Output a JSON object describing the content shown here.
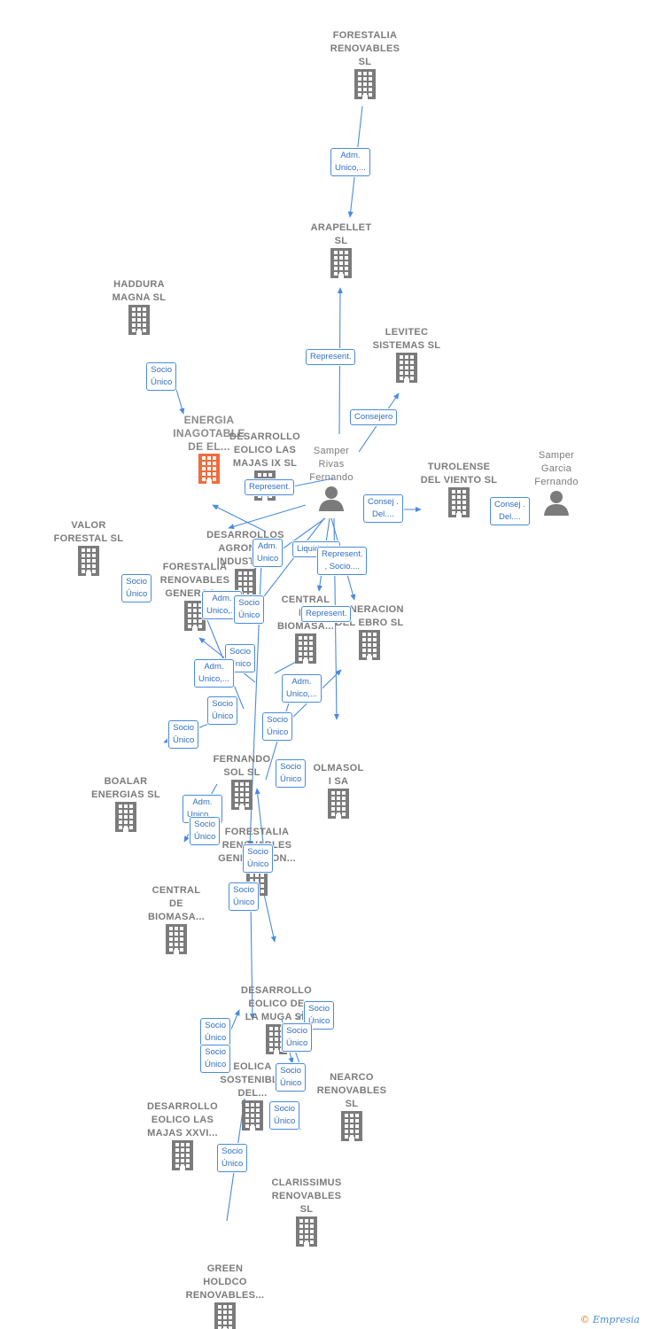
{
  "colors": {
    "edge": "#4a8bdc",
    "building": "#7b7b7b",
    "focus": "#f26b3a",
    "person": "#7b7b7b"
  },
  "nodes": [
    {
      "id": "forestalia_top",
      "label": "FORESTALIA\nRENOVABLES\nSL",
      "icon": "building-icon"
    },
    {
      "id": "arapellet",
      "label": "ARAPELLET\nSL",
      "icon": "building-icon"
    },
    {
      "id": "haddura",
      "label": "HADDURA\nMAGNA  SL",
      "icon": "building-icon"
    },
    {
      "id": "levitec",
      "label": "LEVITEC\nSISTEMAS  SL",
      "icon": "building-icon"
    },
    {
      "id": "energia",
      "label": "ENERGIA\nINAGOTABLE\nDE EL...",
      "icon": "building-icon",
      "focus": true
    },
    {
      "id": "desarrollo_ix",
      "label": "DESARROLLO\nEOLICO LAS\nMAJAS IX  SL",
      "icon": "building-icon"
    },
    {
      "id": "samper_rivas",
      "label": "Samper\nRivas\nFernando",
      "icon": "person-icon"
    },
    {
      "id": "turolense",
      "label": "TUROLENSE\nDEL VIENTO SL",
      "icon": "building-icon"
    },
    {
      "id": "samper_garcia",
      "label": "Samper\nGarcia\nFernando",
      "icon": "person-icon"
    },
    {
      "id": "valor",
      "label": "VALOR\nFORESTAL SL",
      "icon": "building-icon"
    },
    {
      "id": "desarrollos_agro",
      "label": "DESARROLLOS\nAGRONO...\nINDUSTRI...",
      "icon": "building-icon"
    },
    {
      "id": "forestalia_gen",
      "label": "FORESTALIA\nRENOVABLES\nGENERAC...",
      "icon": "building-icon"
    },
    {
      "id": "central_biomasa_1",
      "label": "CENTRAL\nDE\nBIOMASA...",
      "icon": "building-icon"
    },
    {
      "id": "generacion_ebro",
      "label": "GENERACION\nDEL EBRO  SL",
      "icon": "building-icon"
    },
    {
      "id": "olmasol",
      "label": "OLMASOL\nI SA",
      "icon": "building-icon"
    },
    {
      "id": "fernando_sol",
      "label": "FERNANDO\nSOL SL",
      "icon": "building-icon"
    },
    {
      "id": "boalar",
      "label": "BOALAR\nENERGIAS  SL",
      "icon": "building-icon"
    },
    {
      "id": "forestalia_gen2",
      "label": "FORESTALIA\nRENOVABLES\nGENERACION...",
      "icon": "building-icon"
    },
    {
      "id": "central_biomasa_2",
      "label": "CENTRAL\nDE\nBIOMASA...",
      "icon": "building-icon"
    },
    {
      "id": "desarrollo_muga",
      "label": "DESARROLLO\nEOLICO DE\nLA MUGA SL",
      "icon": "building-icon"
    },
    {
      "id": "eolica_sost",
      "label": "EOLICA\nSOSTENIBLE\nDEL...",
      "icon": "building-icon"
    },
    {
      "id": "nearco",
      "label": "NEARCO\nRENOVABLES\nSL",
      "icon": "building-icon"
    },
    {
      "id": "desarrollo_xxvi",
      "label": "DESARROLLO\nEOLICO LAS\nMAJAS XXVI...",
      "icon": "building-icon"
    },
    {
      "id": "clarissimus",
      "label": "CLARISSIMUS\nRENOVABLES\nSL",
      "icon": "building-icon"
    },
    {
      "id": "green_holdco",
      "label": "GREEN\nHOLDCO\nRENOVABLES...",
      "icon": "building-icon"
    }
  ],
  "relations": [
    "Adm.\nUnico,...",
    "Represent.",
    "Socio\nÚnico",
    "Consejero",
    "Represent.",
    "Consej .\nDel....",
    "Consej .\nDel....",
    "Socio\nÚnico",
    "Adm.\nUnico",
    "Liquidador",
    "Represent.\n, Socio....",
    "Adm.\nUnico,...",
    "Socio\nÚnico",
    "Represent.",
    "Socio\nÚnico",
    "Adm.\nUnico,...",
    "Adm.\nUnico,...",
    "Socio\nÚnico",
    "Socio\nÚnico",
    "Socio\nÚnico",
    "Socio\nÚnico",
    "Adm.\nUnico,...",
    "Socio\nÚnico",
    "Socio\nÚnico",
    "Socio\nÚnico",
    "Socio\nÚnico",
    "Socio\nÚnico",
    "Socio\nÚnico",
    "Socio\nÚnico",
    "Socio\nÚnico",
    "Socio\nÚnico",
    "Socio\nÚnico",
    "Socio\nÚnico"
  ],
  "brand": {
    "copyright": "©",
    "name": "Empresia"
  }
}
